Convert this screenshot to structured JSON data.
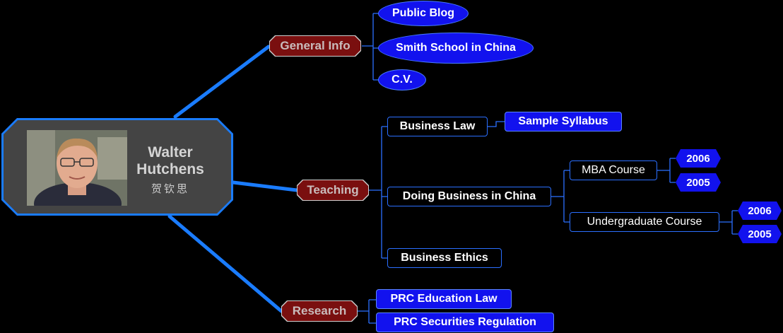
{
  "colors": {
    "background": "#000000",
    "connector": "#1a7cff",
    "branch_line": "#2b6fff",
    "hub_fill": "#7a0f0f",
    "leaf_fill": "#1212ee",
    "center_fill": "#444444"
  },
  "center": {
    "first_name": "Walter",
    "last_name": "Hutchens",
    "chinese_name": "贺钦思",
    "photo_icon": "portrait-photo"
  },
  "branches": {
    "general": {
      "label": "General Info",
      "children": [
        "Public Blog",
        "Smith School in China",
        "C.V."
      ]
    },
    "teaching": {
      "label": "Teaching",
      "business_law": {
        "label": "Business Law",
        "child": "Sample Syllabus"
      },
      "doing_business": {
        "label": "Doing Business in China",
        "mba": {
          "label": "MBA Course",
          "years": [
            "2006",
            "2005"
          ]
        },
        "undergrad": {
          "label": "Undergraduate Course",
          "years": [
            "2006",
            "2005"
          ]
        }
      },
      "ethics": {
        "label": "Business Ethics"
      }
    },
    "research": {
      "label": "Research",
      "children": [
        "PRC Education Law",
        "PRC Securities Regulation"
      ]
    }
  }
}
